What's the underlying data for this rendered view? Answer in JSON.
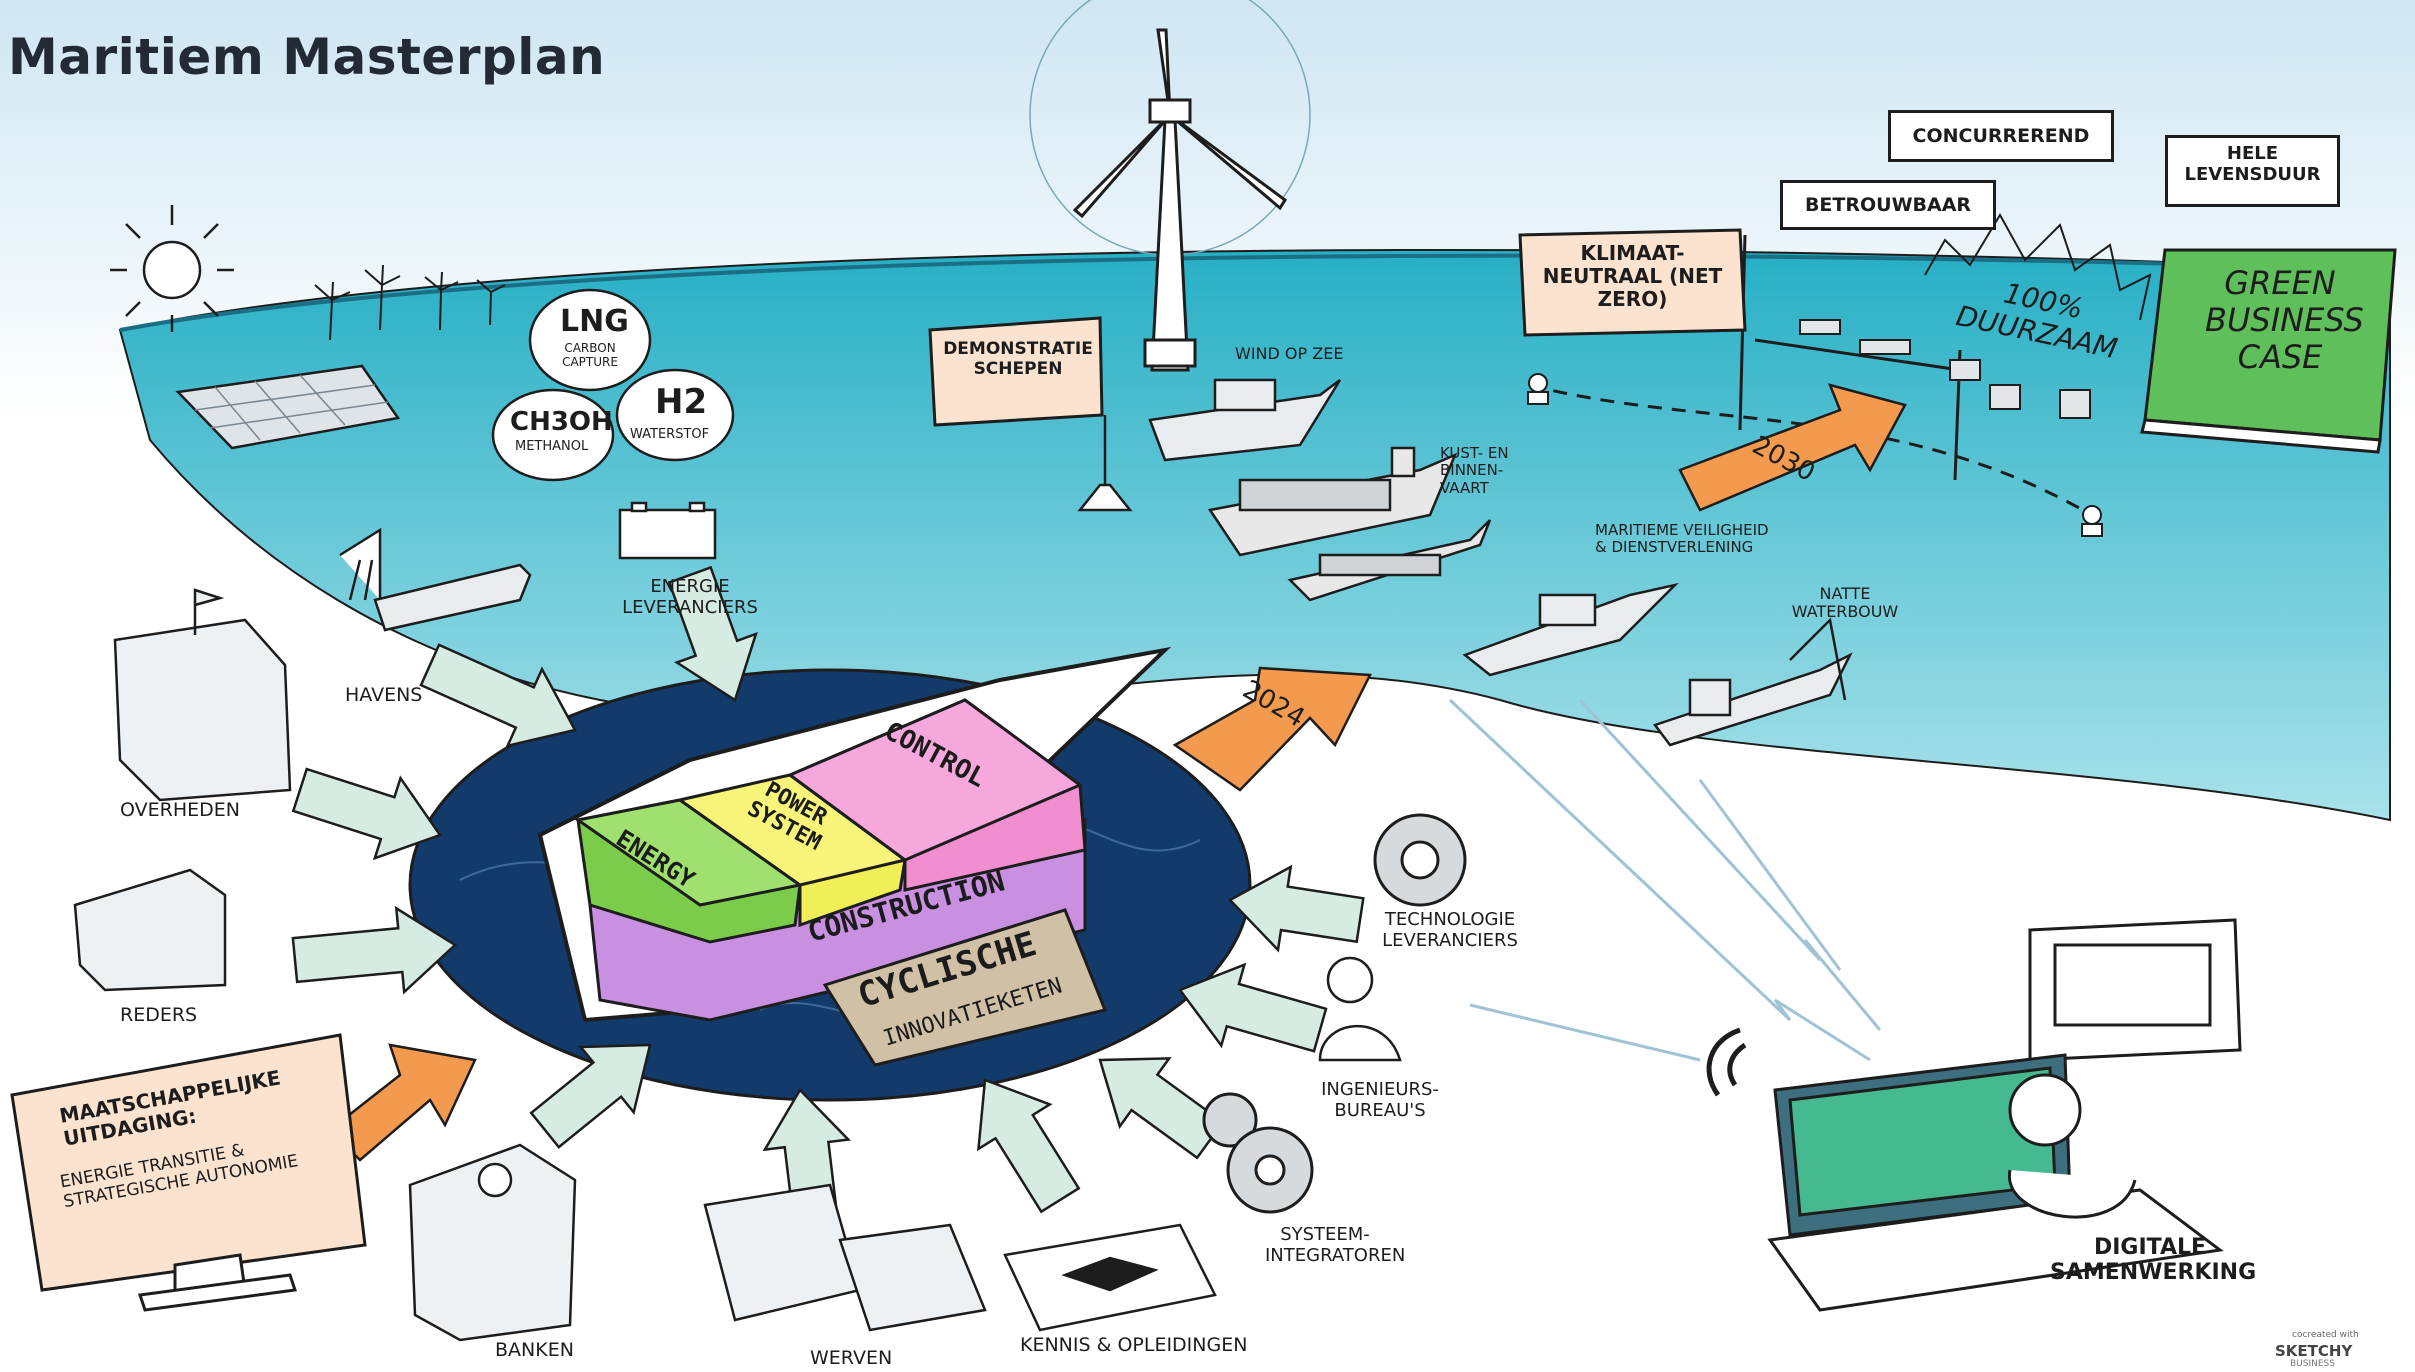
{
  "title": "Maritiem Masterplan",
  "colors": {
    "sea": "#35b8c9",
    "sea_light": "#9adbe3",
    "hub": "#123a6b",
    "arrow_orange": "#f49a4f",
    "arrow_pale": "#d6ebe2",
    "block_energy": "#7ccc4c",
    "block_power": "#f1ef57",
    "block_control": "#f08ed0",
    "block_construction": "#c98fe0",
    "sign_fill": "#fbe3cf",
    "cyclic_fill": "#cfc0a6",
    "green_book": "#5fbf5a"
  },
  "hub": {
    "blocks": {
      "energy": "ENERGY",
      "power": "POWER SYSTEM",
      "control": "CONTROL",
      "construction": "CONSTRUCTION"
    },
    "cyclic_title": "CYCLISCHE",
    "cyclic_sub": "INNOVATIEKETEN"
  },
  "stakeholders": {
    "havens": "HAVENS",
    "overheden": "OVERHEDEN",
    "reders": "REDERS",
    "banken": "BANKEN",
    "werven": "WERVEN",
    "kennis": "KENNIS & OPLEIDINGEN",
    "systeem": "SYSTEEM- INTEGRATOREN",
    "ingenieurs": "INGENIEURS- BUREAU'S",
    "technologie": "TECHNOLOGIE LEVERANCIERS",
    "energie": "ENERGIE LEVERANCIERS"
  },
  "fuels": {
    "lng": "LNG",
    "lng_sub": "CARBON CAPTURE",
    "methanol": "CH3OH",
    "methanol_sub": "METHANOL",
    "h2": "H2",
    "h2_sub": "WATERSTOF"
  },
  "sea_labels": {
    "demo": "DEMONSTRATIE SCHEPEN",
    "wind": "WIND OP ZEE",
    "kust": "KUST- EN BINNEN- VAART",
    "veiligheid": "MARITIEME VEILIGHEID & DIENSTVERLENING",
    "water": "NATTE WATERBOUW"
  },
  "arrows": {
    "y2024": "2024",
    "y2030": "2030"
  },
  "goals": {
    "klimaat": "KLIMAAT- NEUTRAAL (NET ZERO)",
    "betrouwbaar": "BETROUWBAAR",
    "concurrerend": "CONCURREREND",
    "levensduur": "HELE LEVENSDUUR",
    "duurzaam": "100% DUURZAAM",
    "green": "GREEN BUSINESS CASE"
  },
  "challenge": {
    "title": "MAATSCHAPPELIJKE UITDAGING:",
    "body": "ENERGIE TRANSITIE & STRATEGISCHE AUTONOMIE"
  },
  "digital": "DIGITALE SAMENWERKING",
  "credit": {
    "line1": "cocreated with",
    "line2": "SKETCHY",
    "line3": "BUSINESS"
  }
}
